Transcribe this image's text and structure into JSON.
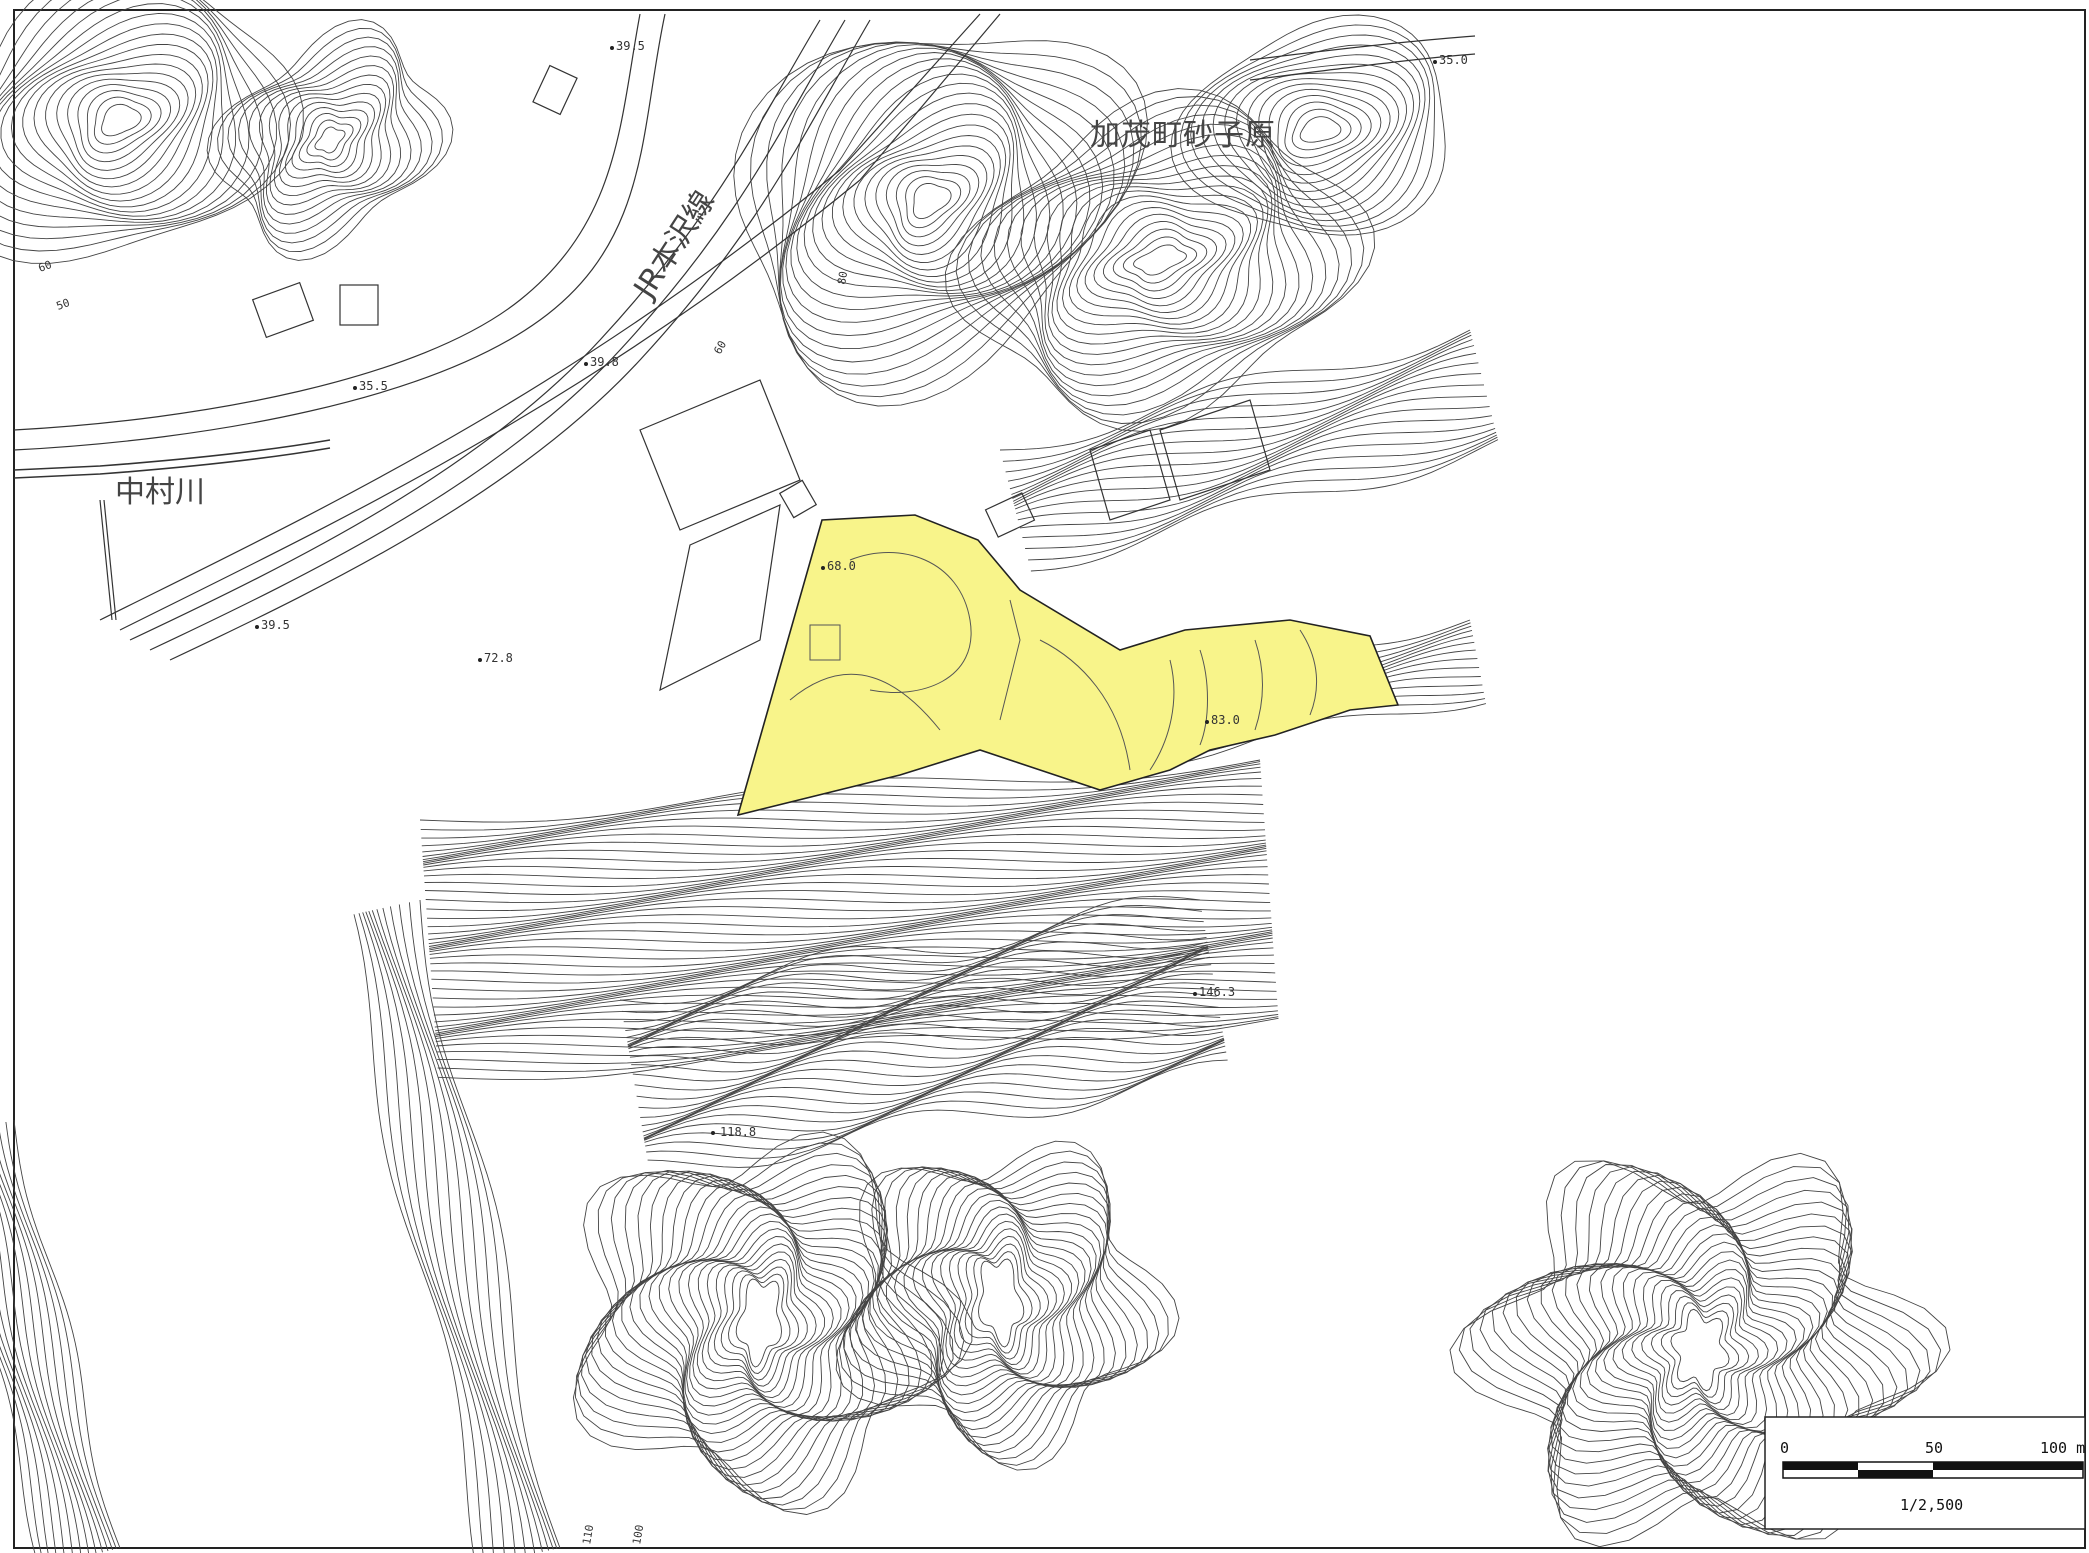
{
  "map": {
    "place_labels": {
      "district": "加茂町砂子原",
      "railway": "JR本沢線",
      "river": "中村川"
    },
    "spot_heights": [
      {
        "id": "sh1",
        "label": "39.5"
      },
      {
        "id": "sh2",
        "label": "35.0"
      },
      {
        "id": "sh3",
        "label": "35.5"
      },
      {
        "id": "sh4",
        "label": "39.8"
      },
      {
        "id": "sh5",
        "label": "39.5"
      },
      {
        "id": "sh6",
        "label": "72.8"
      },
      {
        "id": "sh7",
        "label": "146.3"
      },
      {
        "id": "sh8",
        "label": "118.8"
      },
      {
        "id": "sh9",
        "label": "83.0"
      },
      {
        "id": "sh10",
        "label": "68.0"
      }
    ],
    "contour_labels": [
      "60",
      "50",
      "60",
      "80",
      "110",
      "100"
    ],
    "scale_bar": {
      "tick_0": "0",
      "tick_50": "50",
      "tick_100": "100 m",
      "scale_ratio": "1/2,500"
    },
    "colors": {
      "highlight_fill": "#f8f48a",
      "highlight_stroke": "#222222",
      "line": "#333333",
      "background": "#ffffff"
    }
  }
}
